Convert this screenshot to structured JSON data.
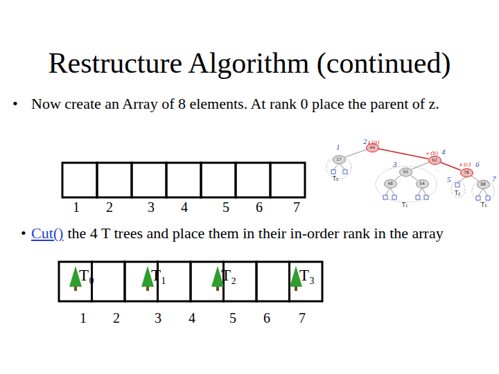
{
  "diagram": {
    "title": "Restructure Algorithm (continued)",
    "nodes": [
      {
        "text": [
          "44"
        ]
      },
      {
        "text": [
          "17"
        ]
      },
      {
        "text": [
          "62"
        ]
      },
      {
        "text": [
          "50"
        ]
      },
      {
        "text": [
          "78"
        ]
      },
      {
        "text": [
          "48"
        ]
      },
      {
        "text": [
          "54"
        ]
      },
      {
        "text": [
          "88"
        ]
      },
      {
        "text": [
          "T₀"
        ]
      },
      {
        "text": [
          "T₁"
        ]
      },
      {
        "text": [
          "T₂"
        ]
      },
      {
        "text": [
          "T₃"
        ]
      }
    ],
    "edges": [
      {
        "from": 0,
        "to": 1,
        "arrow": "none"
      },
      {
        "from": 0,
        "to": 2,
        "arrow": "none"
      },
      {
        "from": 2,
        "to": 3,
        "arrow": "none"
      },
      {
        "from": 2,
        "to": 4,
        "arrow": "none"
      },
      {
        "from": 3,
        "to": 5,
        "arrow": "none"
      },
      {
        "from": 3,
        "to": 6,
        "arrow": "none"
      },
      {
        "from": 4,
        "to": 7,
        "arrow": "none"
      }
    ],
    "labels": [
      "•",
      "Now create an Array of 8 elements. At rank 0 place the parent of z.",
      "1",
      "2",
      "3",
      "4",
      "5",
      "6",
      "7",
      "1",
      "2",
      "z (a)",
      "v (b)",
      "4",
      "3",
      "x (c)",
      "6",
      "5",
      "7",
      "T₀",
      "T₁",
      "T₂",
      "T₃",
      "•",
      "Cut()",
      "the 4 T trees and place them in their in-order rank in the array",
      "1",
      "2",
      "3",
      "4",
      "5",
      "6",
      "7"
    ]
  }
}
